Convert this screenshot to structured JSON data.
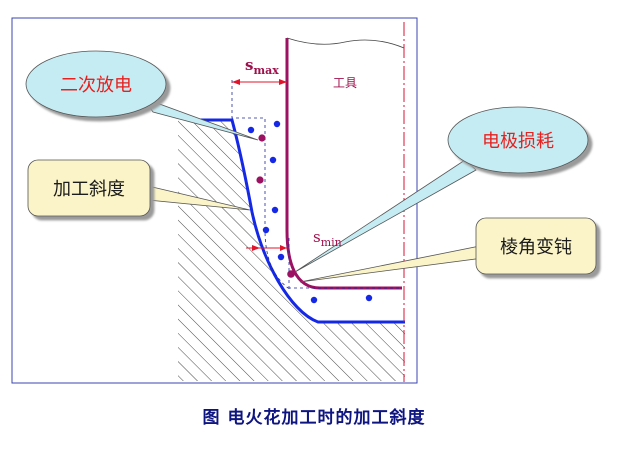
{
  "labels": {
    "secondary_discharge": "二次放电",
    "machining_taper": "加工斜度",
    "electrode_wear": "电极损耗",
    "edge_rounding": "棱角变钝",
    "tool": "工具",
    "s_max_base": "s",
    "s_max_sub": "max",
    "s_min_base": "s",
    "s_min_sub": "min"
  },
  "caption": "图  电火花加工时的加工斜度",
  "colors": {
    "workpiece_outline": "#1428e6",
    "tool_outline": "#9c1262",
    "bubble_cyan": "#c5ecf3",
    "bubble_yellow": "#fbf4c8",
    "label_red": "#e8201e",
    "dimension_red": "#e0142a",
    "caption_blue": "#0f1580"
  }
}
